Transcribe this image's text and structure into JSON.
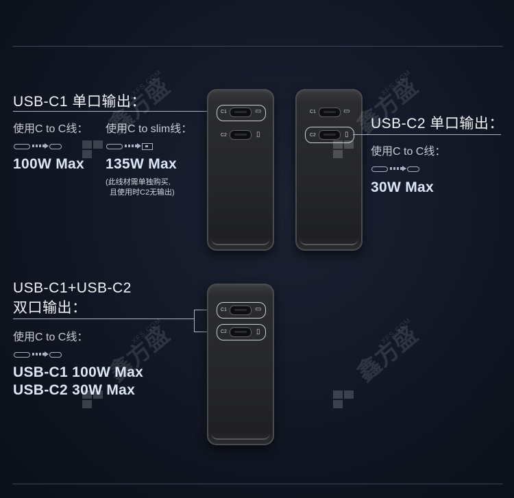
{
  "watermark": {
    "brand": "鑫方盛",
    "domain": "XFS.COM"
  },
  "c1_single": {
    "heading": "USB-C1 单口输出：",
    "cable1_label": "使用C to C线：",
    "cable1_power": "100W Max",
    "cable2_label": "使用C to slim线：",
    "cable2_power": "135W Max",
    "note_line1": "(此线材需单独购买,",
    "note_line2": "且使用时C2无输出)"
  },
  "c2_single": {
    "heading": "USB-C2 单口输出：",
    "cable_label": "使用C to C线：",
    "power": "30W Max"
  },
  "dual": {
    "heading_line1": "USB-C1+USB-C2",
    "heading_line2": "双口输出：",
    "cable_label": "使用C to C线：",
    "power_line1": "USB-C1 100W Max",
    "power_line2": "USB-C2 30W Max"
  },
  "ports": {
    "c1": "C1",
    "c2": "C2",
    "laptop_icon": "laptop-icon",
    "phone_icon": "phone-icon"
  }
}
